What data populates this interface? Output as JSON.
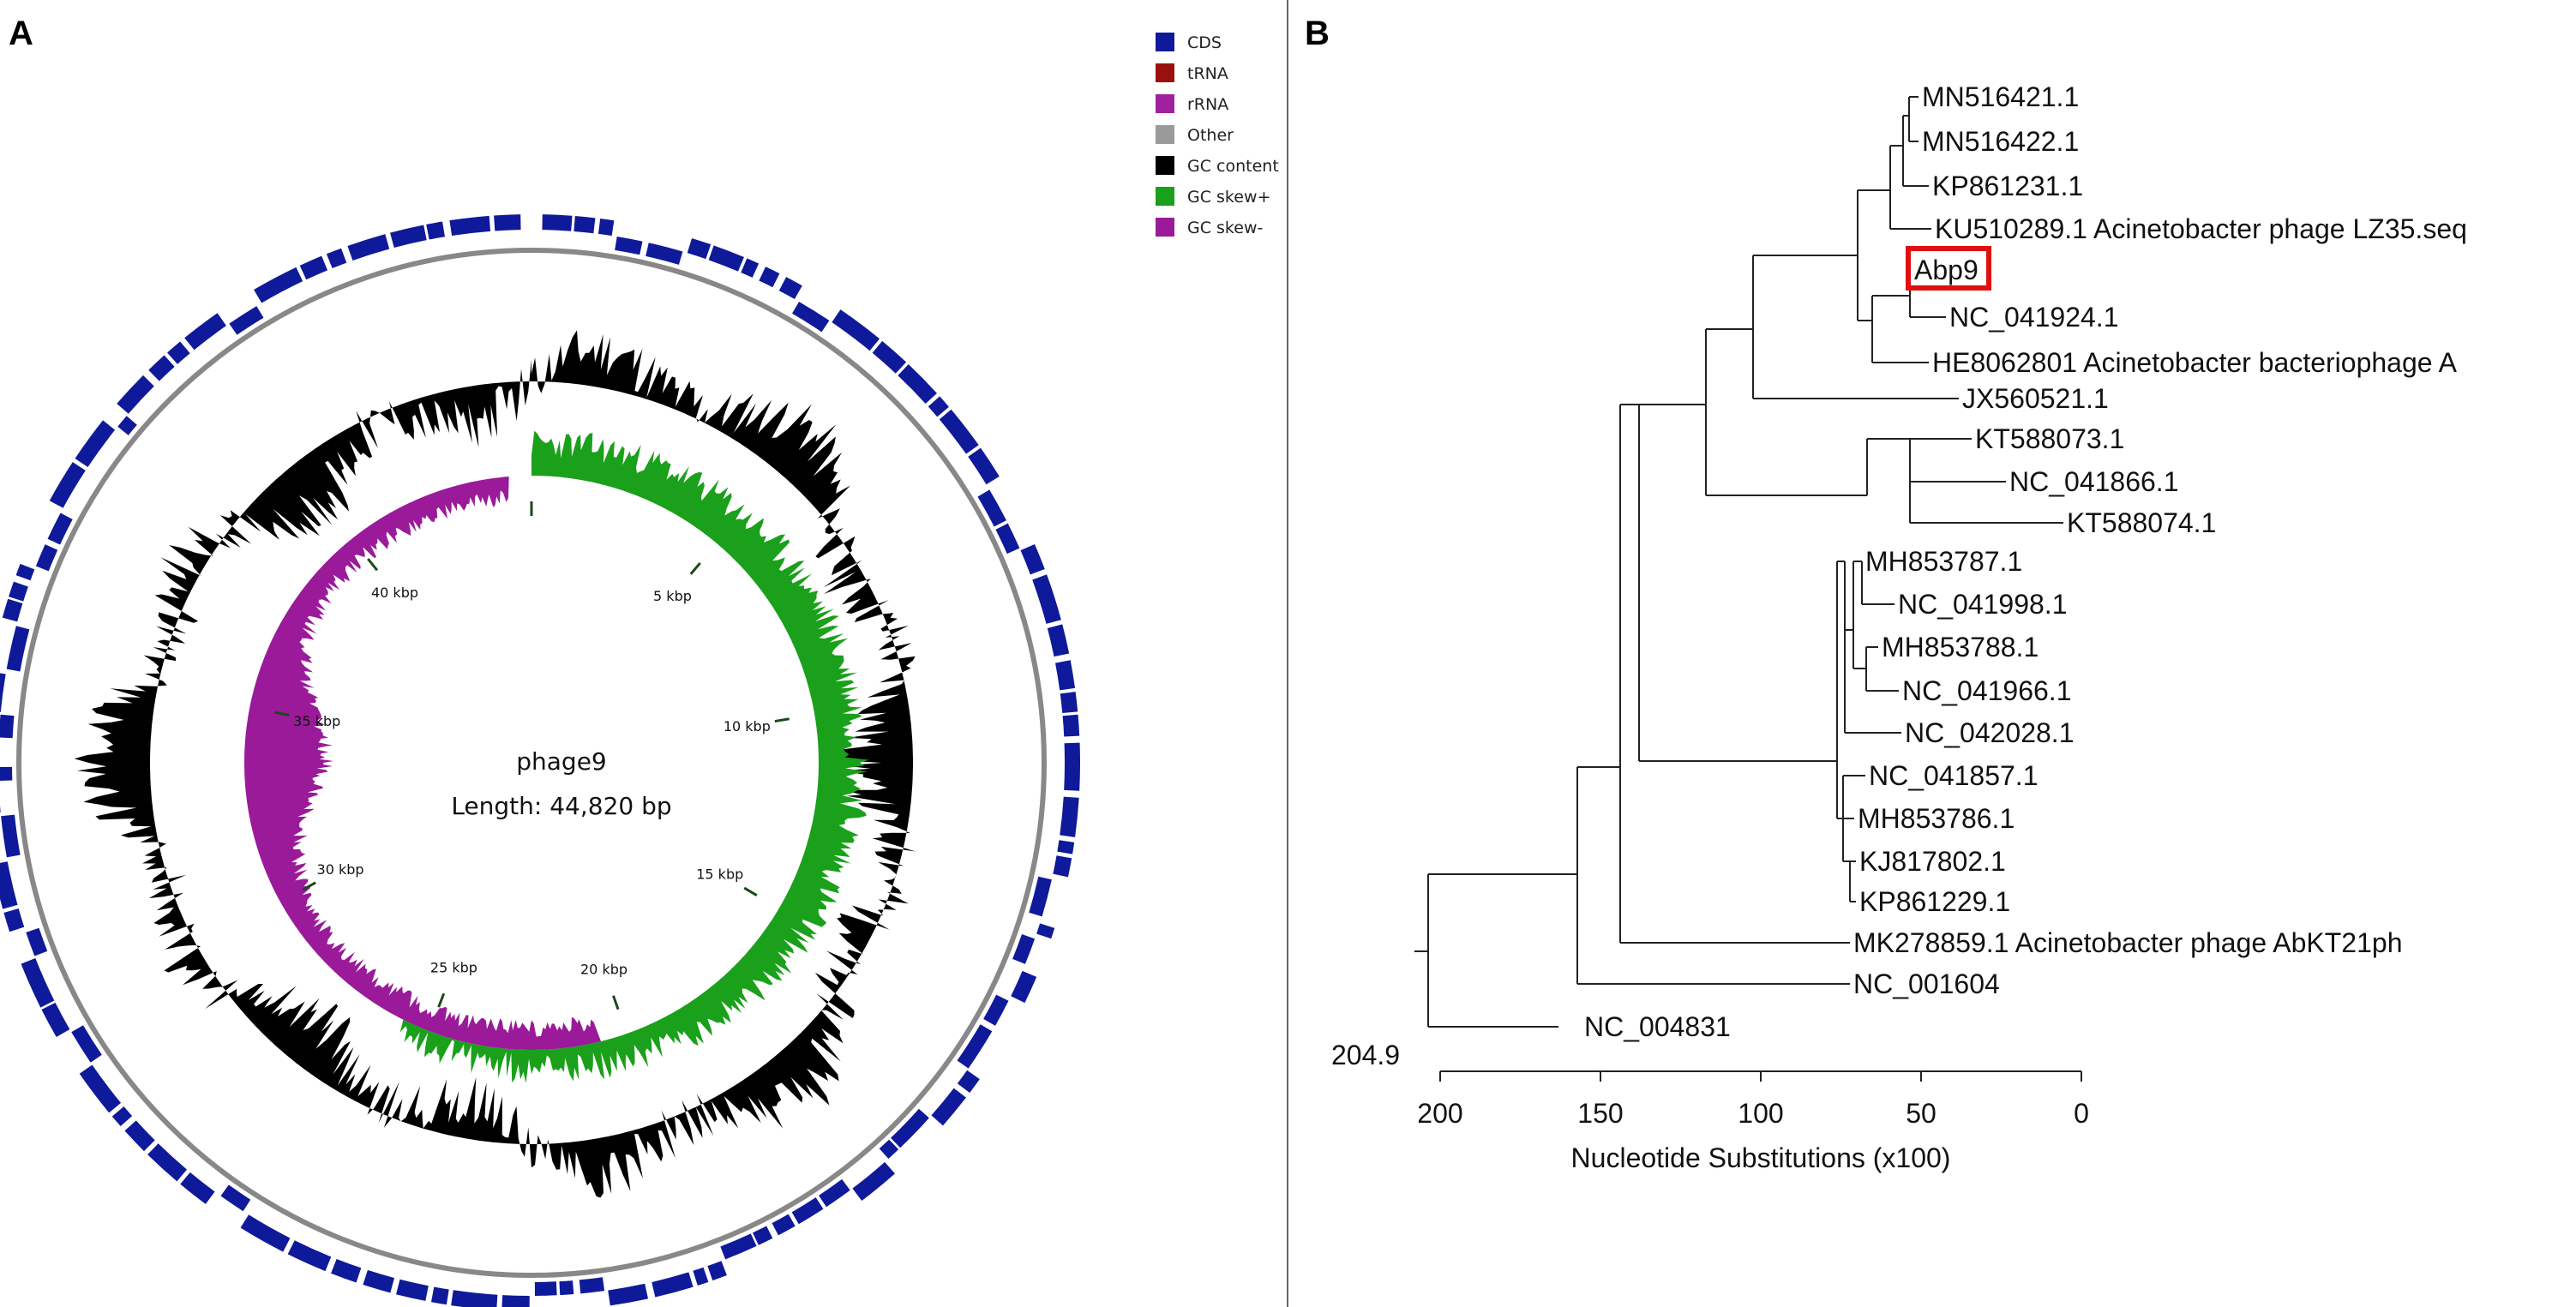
{
  "panelA": {
    "letter": "A",
    "legend": [
      {
        "label": "CDS",
        "color": "#0f1a9a"
      },
      {
        "label": "tRNA",
        "color": "#9a1010"
      },
      {
        "label": "rRNA",
        "color": "#a020a0"
      },
      {
        "label": "Other",
        "color": "#9a9a9a"
      },
      {
        "label": "GC content",
        "color": "#000000"
      },
      {
        "label": "GC skew+",
        "color": "#1aa01a"
      },
      {
        "label": "GC skew-",
        "color": "#9a1a9a"
      }
    ],
    "genome_name": "phage9",
    "genome_length_text": "Length: 44,820 bp",
    "genome_length_bp": 44820,
    "ticks": [
      {
        "label": "5 kbp",
        "kbp": 5
      },
      {
        "label": "10 kbp",
        "kbp": 10
      },
      {
        "label": "15 kbp",
        "kbp": 15
      },
      {
        "label": "20 kbp",
        "kbp": 20
      },
      {
        "label": "25 kbp",
        "kbp": 25
      },
      {
        "label": "30 kbp",
        "kbp": 30
      },
      {
        "label": "35 kbp",
        "kbp": 35
      },
      {
        "label": "40 kbp",
        "kbp": 40
      }
    ]
  },
  "panelB": {
    "letter": "B",
    "leaves": [
      {
        "label": "MN516421.1",
        "highlight": false
      },
      {
        "label": "MN516422.1",
        "highlight": false
      },
      {
        "label": "KP861231.1",
        "highlight": false
      },
      {
        "label": "KU510289.1 Acinetobacter phage LZ35.seq",
        "highlight": false
      },
      {
        "label": "Abp9",
        "highlight": true
      },
      {
        "label": "NC_041924.1",
        "highlight": false
      },
      {
        "label": "HE8062801 Acinetobacter bacteriophage A",
        "highlight": false
      },
      {
        "label": "JX560521.1",
        "highlight": false
      },
      {
        "label": "KT588073.1",
        "highlight": false
      },
      {
        "label": "NC_041866.1",
        "highlight": false
      },
      {
        "label": "KT588074.1",
        "highlight": false
      },
      {
        "label": "MH853787.1",
        "highlight": false
      },
      {
        "label": "NC_041998.1",
        "highlight": false
      },
      {
        "label": "MH853788.1",
        "highlight": false
      },
      {
        "label": "NC_041966.1",
        "highlight": false
      },
      {
        "label": "NC_042028.1",
        "highlight": false
      },
      {
        "label": "NC_041857.1",
        "highlight": false
      },
      {
        "label": "MH853786.1",
        "highlight": false
      },
      {
        "label": "KJ817802.1",
        "highlight": false
      },
      {
        "label": "KP861229.1",
        "highlight": false
      },
      {
        "label": "MK278859.1 Acinetobacter phage AbKT21ph",
        "highlight": false
      },
      {
        "label": "NC_001604",
        "highlight": false
      },
      {
        "label": "NC_004831",
        "highlight": false
      }
    ],
    "root_label": "204.9",
    "axis": {
      "title": "Nucleotide Substitutions (x100)",
      "ticks": [
        "200",
        "150",
        "100",
        "50",
        "0"
      ]
    },
    "highlight_color": "#e01010"
  }
}
